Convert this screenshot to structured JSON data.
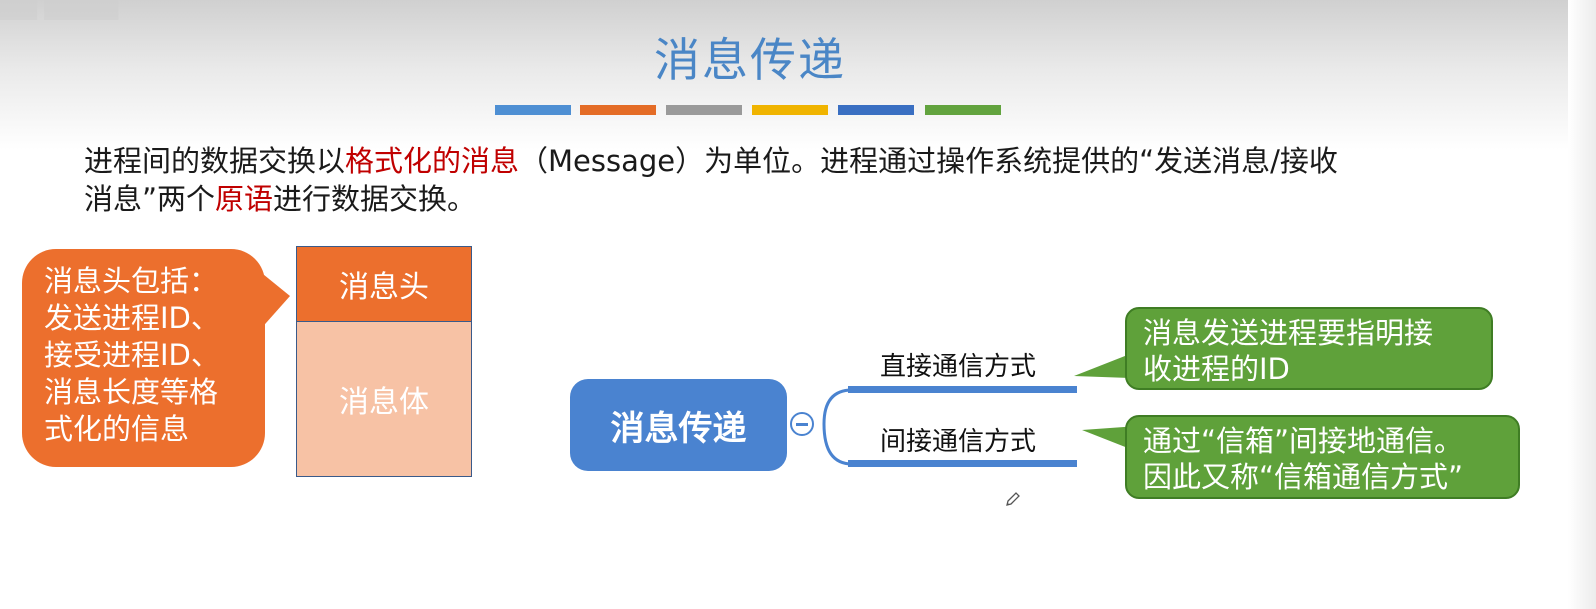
{
  "slide": {
    "title": "消息传递",
    "colors": {
      "title": "#4a86c6",
      "highlight_red": "#c00000",
      "orange": "#ec6f2d",
      "light_orange": "#f7c2a5",
      "blue_node": "#4a83d0",
      "green_callout": "#5fa13a"
    },
    "deco_bar_colors": [
      "#4e8fd3",
      "#e46c26",
      "#9a9a9a",
      "#f0b400",
      "#3a6fc2",
      "#62a33e"
    ]
  },
  "paragraph": {
    "part1": "进程间的数据交换以",
    "highlight1": "格式化的消息",
    "part2": "（Message）为单位。进程通过操作系统提供的“发送消息/接收",
    "part3": "消息”两个",
    "highlight2": "原语",
    "part4": "进行数据交换。"
  },
  "left_callout": {
    "lines": [
      "消息头包括：",
      "发送进程ID、",
      "接受进程ID、",
      "消息长度等格",
      "式化的信息"
    ]
  },
  "message_box": {
    "header_label": "消息头",
    "body_label": "消息体"
  },
  "mindmap": {
    "central_label": "消息传递",
    "collapse_icon": "minus-circle-icon",
    "branches": [
      {
        "label": "直接通信方式",
        "callout": [
          "消息发送进程要指明接",
          "收进程的ID"
        ]
      },
      {
        "label": "间接通信方式",
        "callout": [
          "通过“信箱”间接地通信。",
          "因此又称“信箱通信方式”"
        ]
      }
    ]
  }
}
